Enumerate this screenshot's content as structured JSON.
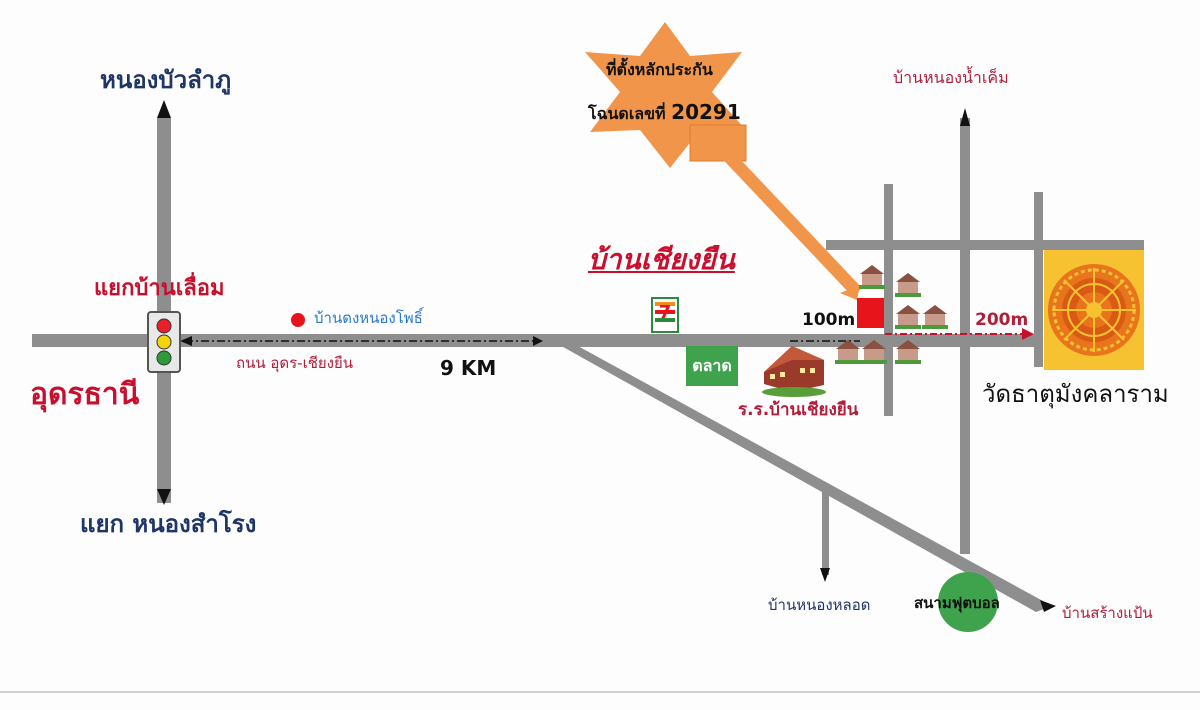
{
  "colors": {
    "road": "#8e8e8e",
    "dest_red": "#c8102e",
    "dest_navy": "#1f3566",
    "star": "#f0954a",
    "market": "#3fa34d",
    "temple": "#f6c232",
    "land_plot": "#e8141c"
  },
  "labels": {
    "north": "หนองบัวลำภู",
    "intersection": "แยกบ้านเลื่อม",
    "city": "อุดรธานี",
    "south": "แยก หนองสำโรง",
    "village_marker": "บ้านดงหนองโพธิ์",
    "road_name": "ถนน อุดร-เชียงยืน",
    "distance": "9 KM",
    "village": "บ้านเชียงยืน",
    "market": "ตลาด",
    "school": "ร.ร.บ้านเชียงยืน",
    "dist_100": "100m",
    "dist_200": "200m",
    "temple": "วัดธาตุมังคลาราม",
    "north_right": "บ้านหนองน้ำเค็ม",
    "south_mid": "บ้านหนองหลอด",
    "field": "สนามฟุตบอล",
    "southeast": "บ้านสร้างแป้น"
  },
  "star": {
    "line1": "ที่ตั้งหลักประกัน",
    "line2": "โฉนดเลขที่ ",
    "deed_number": "20291"
  },
  "icons": {
    "store": "7",
    "traffic_light": "traffic-light-icon",
    "houses": "house-icon",
    "school": "school-building-icon",
    "temple": "dharma-wheel-icon"
  }
}
